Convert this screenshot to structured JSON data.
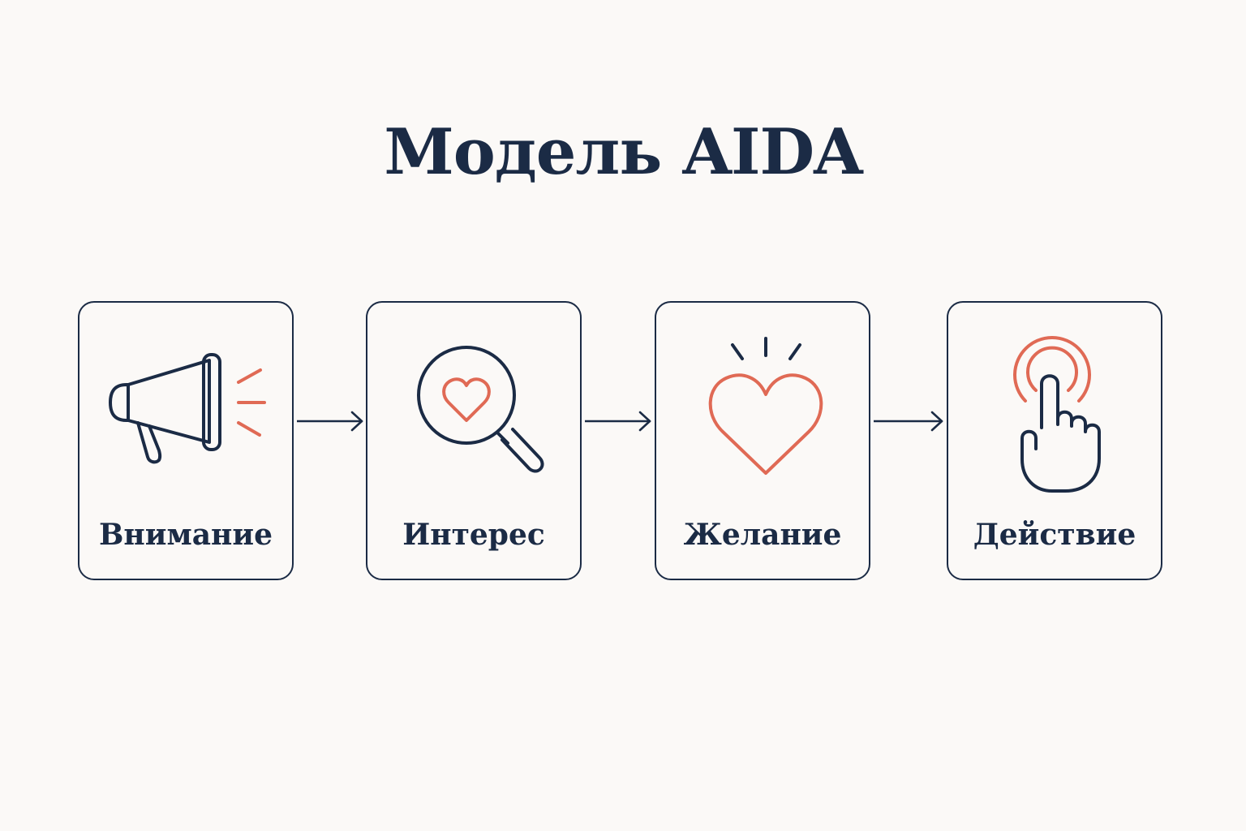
{
  "title": "Модель AIDA",
  "colors": {
    "background": "#fbf9f7",
    "primary": "#1b2b45",
    "accent": "#e06a55"
  },
  "steps": [
    {
      "label": "Внимание",
      "icon": "megaphone-icon"
    },
    {
      "label": "Интерес",
      "icon": "magnifier-heart-icon"
    },
    {
      "label": "Желание",
      "icon": "heart-icon"
    },
    {
      "label": "Действие",
      "icon": "tap-hand-icon"
    }
  ]
}
